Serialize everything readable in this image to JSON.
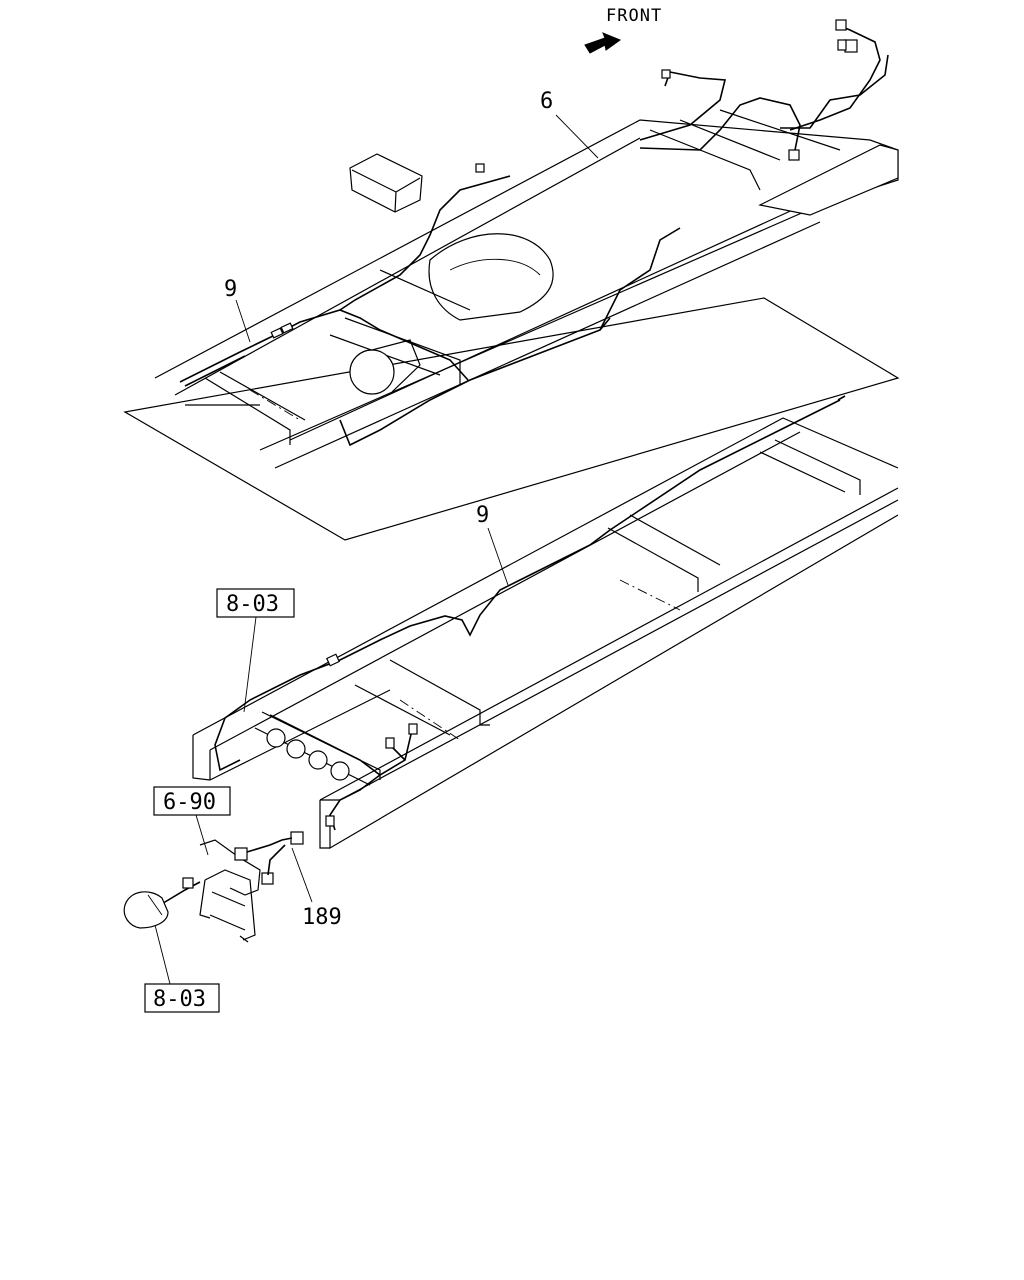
{
  "direction": {
    "label": "FRONT"
  },
  "callouts": {
    "part_6": "6",
    "part_9_upper": "9",
    "part_9_lower": "9",
    "part_189": "189"
  },
  "references": {
    "ref_8_03_upper": "8-03",
    "ref_6_90": "6-90",
    "ref_8_03_lower": "8-03"
  }
}
